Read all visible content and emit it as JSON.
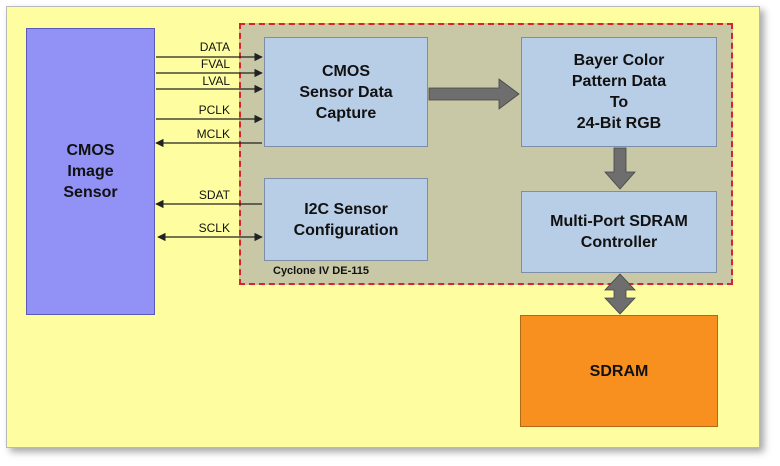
{
  "blocks": {
    "cmos_sensor": "CMOS\nImage\nSensor",
    "sensor_capture": "CMOS\nSensor Data\nCapture",
    "i2c_config": "I2C Sensor\nConfiguration",
    "bayer_convert": "Bayer Color\nPattern Data\nTo\n24-Bit RGB",
    "sdram_controller": "Multi-Port SDRAM\nController",
    "sdram": "SDRAM"
  },
  "fpga_label": "Cyclone IV DE-115",
  "signals": [
    "DATA",
    "FVAL",
    "LVAL",
    "PCLK",
    "MCLK",
    "SDAT",
    "SCLK"
  ],
  "colors": {
    "panel": "#fefea0",
    "fpga_region": "#c8c8a6",
    "fpga_border": "#d7262b",
    "sensor": "#9292f6",
    "logic_block": "#b8cde6",
    "sdram": "#f7901e",
    "bus_arrow": "#6e6e6e"
  }
}
